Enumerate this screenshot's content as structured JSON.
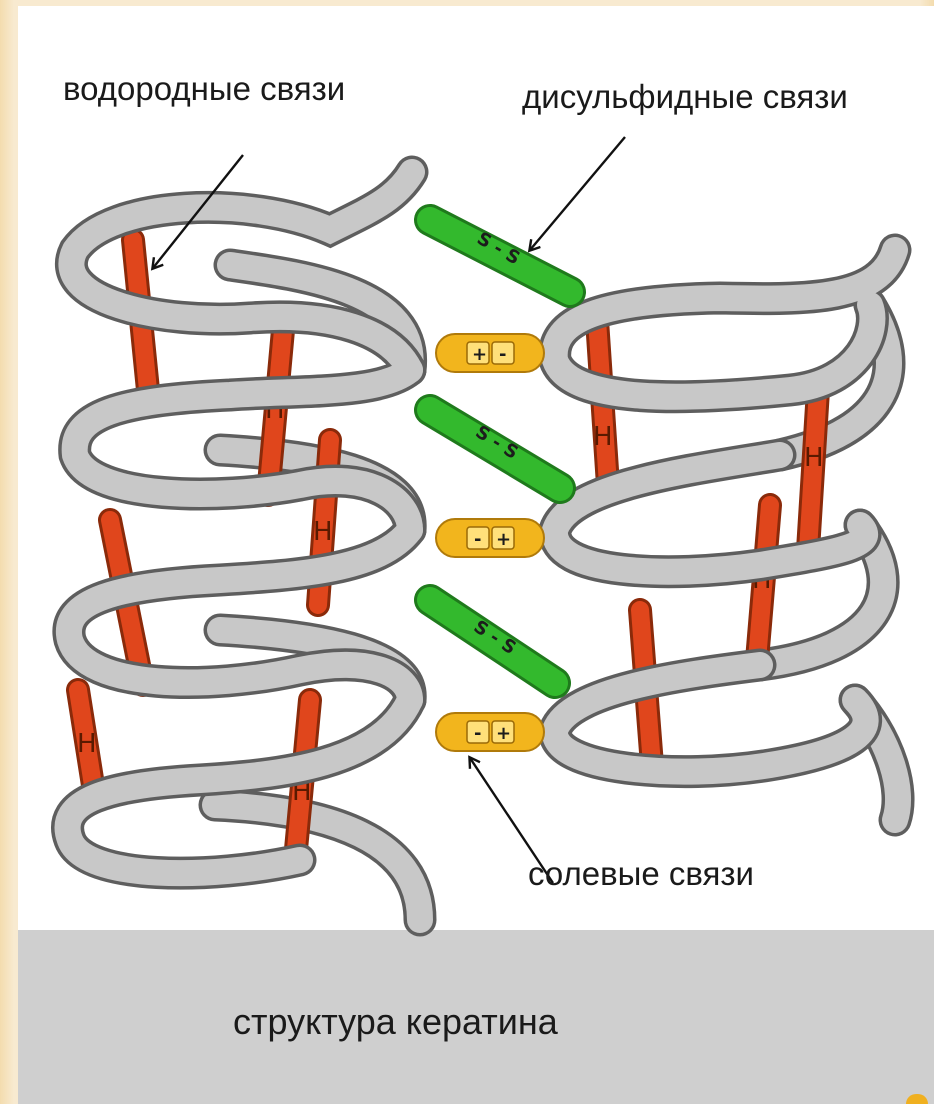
{
  "labels": {
    "hydrogen_bonds": "водородные связи",
    "disulfide_bonds": "дисульфидные связи",
    "salt_bonds": "солевые связи",
    "caption": "структура кератина"
  },
  "bond_symbols": {
    "hydrogen": "H",
    "disulfide": "S - S",
    "salt_plus_minus": [
      "+",
      "-"
    ],
    "salt_minus_plus": [
      "-",
      "+"
    ]
  },
  "colors": {
    "helix": "#c8c8c8",
    "helix_outline": "#5e5e5e",
    "hydrogen_bond": "#e0461c",
    "disulfide_bond": "#33b92d",
    "salt_bond": "#f2b51d",
    "caption_band": "#cfcfcf",
    "slide_border": "#f3dcae"
  }
}
